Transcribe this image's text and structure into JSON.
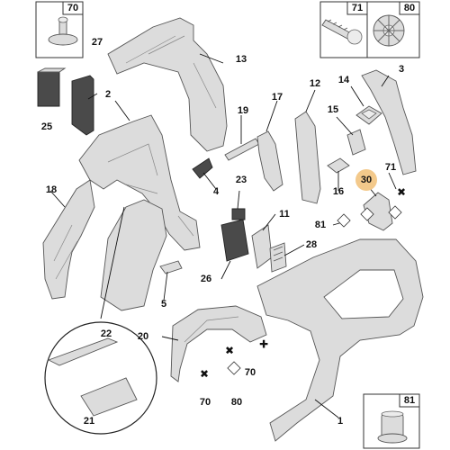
{
  "callouts": {
    "c1": "1",
    "c2": "2",
    "c3": "3",
    "c4": "4",
    "c5": "5",
    "c11": "11",
    "c12": "12",
    "c13": "13",
    "c14": "14",
    "c15": "15",
    "c16": "16",
    "c17": "17",
    "c18": "18",
    "c19": "19",
    "c20": "20",
    "c21": "21",
    "c22": "22",
    "c23": "23",
    "c25": "25",
    "c26": "26",
    "c27": "27",
    "c28": "28",
    "c30": "30",
    "c70a": "70",
    "c70b": "70",
    "c71": "71",
    "c80": "80",
    "c81": "81"
  },
  "inset_boxes": {
    "b70": "70",
    "b71": "71",
    "b80": "80",
    "b81": "81"
  },
  "highlight_color": "#f3c98b"
}
